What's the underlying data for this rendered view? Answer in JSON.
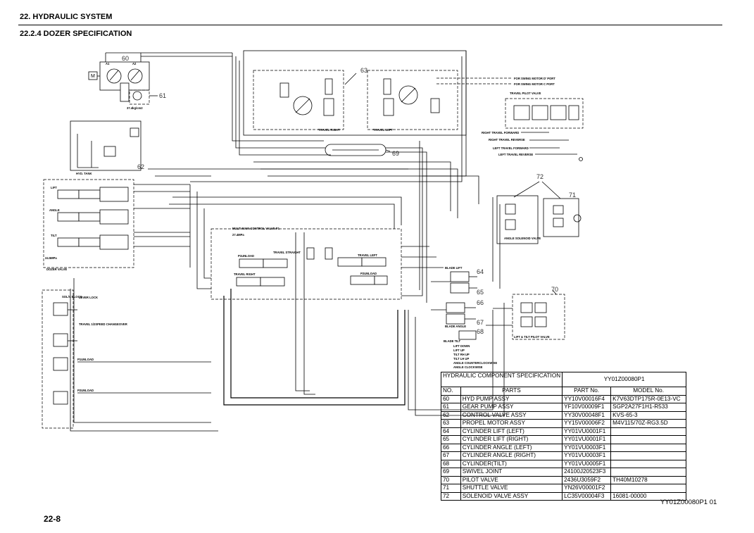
{
  "header": {
    "section_title": "22. HYDRAULIC SYSTEM",
    "sub_title": "22.2.4  DOZER SPECIFICATION"
  },
  "page_number": "22-8",
  "drawing_number": "YY01Z00080P1  01",
  "callouts": {
    "c60": "60",
    "c61": "61",
    "c62": "62",
    "c63": "63",
    "c64": "64",
    "c65": "65",
    "c66": "66",
    "c67": "67",
    "c68": "68",
    "c69": "69",
    "c70": "70",
    "c71": "71",
    "c72": "72"
  },
  "diagram_labels": {
    "hyd_tank": "HYD. TANK",
    "dozer_valve": "DOZER VALVE",
    "lift": "LIFT",
    "angle": "ANGLE",
    "tilt": "TILT",
    "travel_right": "TRAVEL RIGHT",
    "travel_left": "TRAVEL LEFT",
    "travel_straight": "TRAVEL STRAIGHT",
    "travel_left_spool": "TRAVEL LEFT",
    "travel_right_spool": "TRAVEL RIGHT",
    "p1_unload": "P1UNLOAD",
    "p2_unload": "P2UNLOAD",
    "multi_main": "MULTI MAIN CONTROL VALVE P1",
    "blade_lift": "BLADE LIFT",
    "blade_angle": "BLADE ANGLE",
    "blade_tilt": "BLADE TILT",
    "lift_tilt_pilot": "LIFT & TILT PILOT VALVE",
    "angle_solenoid": "ANGLE SOLENOID VALVE",
    "travel_pilot": "TRAVEL PILOT VALVE",
    "for_swing_d": "FOR SWING MOTOR D' PORT",
    "for_swing_c": "FOR SWING MOTOR C PORT",
    "right_fwd": "RIGHT TRAVEL FORWARD",
    "right_rev": "RIGHT TRAVEL REVERSE",
    "left_fwd": "LEFT TRAVEL FORWARD",
    "left_rev": "LEFT TRAVEL REVERSE",
    "sol_v_block": "SOL/V BLOCK",
    "lever_lock": "LEVER LOCK",
    "travel_speed": "TRAVEL 1/2SPEED CHANGEOVER",
    "p1_unload_b": "P1UNLOAD",
    "p2_unload_b": "P2UNLOAD",
    "pressure_a": "24.5MPa",
    "pressure_b": "27.4MPa",
    "ports": [
      "LIFT DOWN",
      "LIFT UP",
      "TILT RH UP",
      "TILT LH UP",
      "ANGLE COUNTERCLOCKWISE",
      "ANGLE CLOCKWISE"
    ]
  },
  "parts_table": {
    "title": "HYDRAULIC COMPONENT SPECIFICATION",
    "spec_no": "YY01Z00080P1",
    "columns": [
      "NO.",
      "PARTS",
      "PART No.",
      "MODEL No."
    ],
    "rows": [
      [
        "60",
        "HYD PUMP ASSY",
        "YY10V00016F4",
        "K7V63DTP175R-0E13-VC"
      ],
      [
        "61",
        "GEAR PUMP ASSY",
        "YF10V00009F1",
        "SGP2A27F1H1-R533"
      ],
      [
        "62",
        " CONTROL VALVE ASSY",
        "YY30V00048F1",
        "KVS-65-3"
      ],
      [
        "63",
        "PROPEL MOTOR ASSY",
        "YY15V00006F2",
        "M4V115/70Z-RG3.5D"
      ],
      [
        "64",
        "CYLINDER LIFT (LEFT)",
        "YY01VU0001F1",
        ""
      ],
      [
        "65",
        "CYLINDER LIFT (RIGHT)",
        "YY01VU0001F1",
        ""
      ],
      [
        "66",
        "CYLINDER ANGLE (LEFT)",
        "YY01VU0003F1",
        ""
      ],
      [
        "67",
        "CYLINDER ANGLE (RIGHT)",
        "YY01VU0003F1",
        ""
      ],
      [
        "68",
        "CYLINDER(TILT)",
        "YY01VU0005F1",
        ""
      ],
      [
        "69",
        "SWIVEL JOINT",
        "24100J20523F3",
        ""
      ],
      [
        "70",
        "PILOT VALVE",
        "2436U3059F2",
        "TH40M10278"
      ],
      [
        "71",
        "SHUTTLE VALVE",
        "YN26V00001F2",
        ""
      ],
      [
        "72",
        "SOLENOID VALVE ASSY",
        "LC35V00004F3",
        "16081-00000"
      ]
    ]
  }
}
